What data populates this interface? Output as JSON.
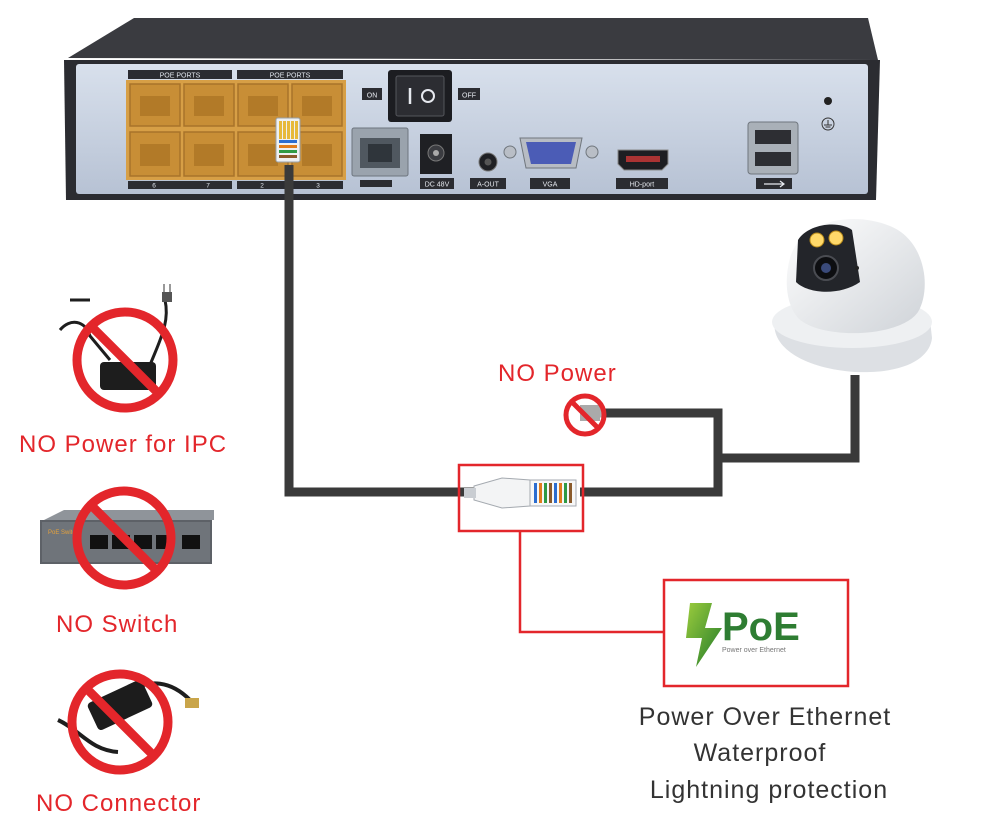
{
  "nvr": {
    "poe_ports_left": "POE PORTS",
    "poe_ports_right": "POE PORTS",
    "port_numbers": [
      "6",
      "7",
      "2",
      "3"
    ],
    "switch_on": "ON",
    "switch_off": "OFF",
    "dc_label": "DC 48V",
    "aout_label": "A-OUT",
    "vga_label": "VGA",
    "hd_label": "HD-port"
  },
  "cable_label": "NO Power",
  "left_panel": {
    "no_power_ipc": "NO Power for IPC",
    "no_switch": "NO Switch",
    "no_connector": "NO Connector",
    "switch_brand": "PoE Switch"
  },
  "poe_logo": {
    "title": "PoE",
    "subtitle": "Power over Ethernet"
  },
  "features": [
    "Power Over Ethernet",
    "Waterproof",
    "Lightning protection"
  ],
  "colors": {
    "prohibit_red": "#e3262b",
    "frame_red": "#e3262b",
    "cable": "#3a3a3a",
    "nvr_body": "#2e2f34",
    "nvr_panel": "#c4cedd",
    "poe_port_orange": "#d9a24a",
    "poe_green": "#2e7d32"
  }
}
